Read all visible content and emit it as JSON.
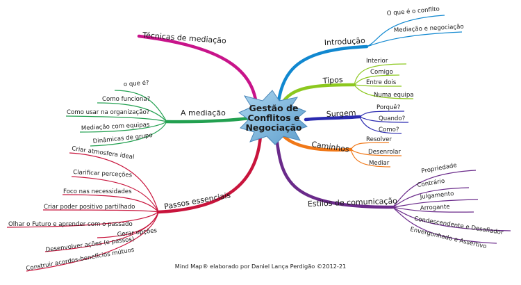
{
  "center": {
    "lines": [
      "Gestão de",
      "Conflitos e",
      "Negociação"
    ]
  },
  "footer": "Mind Map® elaborado por Daniel Lança Perdigão ©2012-21",
  "branches": {
    "tecnicas": {
      "label": "Técnicas de mediação",
      "color": "#c8148a"
    },
    "introducao": {
      "label": "Introdução",
      "color": "#1188d0",
      "items": [
        "O que é o conflito",
        "Mediação e negociação"
      ]
    },
    "tipos": {
      "label": "Tipos",
      "color": "#8cc81e",
      "items": [
        "Interior",
        "Comigo",
        "Entre dois",
        "Numa equipa"
      ]
    },
    "surgem": {
      "label": "Surgem",
      "color": "#2a2ab0",
      "items": [
        "Porquê?",
        "Quando?",
        "Como?"
      ]
    },
    "caminhos": {
      "label": "Caminhos",
      "color": "#f07818",
      "items": [
        "Resolver",
        "Desenrolar",
        "Mediar"
      ]
    },
    "estilos": {
      "label": "Estilos de comunicação",
      "color": "#6a2a8a",
      "items": [
        "Propriedade",
        "Contrário",
        "Julgamento",
        "Arrogante",
        "Condescendente e Desafiador",
        "Envergonhado e Assertivo"
      ]
    },
    "mediacao": {
      "label": "A mediação",
      "color": "#22a050",
      "items": [
        "o que é?",
        "Como funciona?",
        "Como usar na organização?",
        "Mediação com equipas",
        "Dinâmicas de grupo"
      ]
    },
    "passos": {
      "label": "Passos essenciais",
      "color": "#c8143c",
      "items": [
        "Criar atmosfera ideal",
        "Clarificar perceções",
        "Foco nas necessidades",
        "Criar poder positivo partilhado",
        "Olhar o Futuro e aprender com o passado",
        "Gerar opções",
        "Desenvolver ações (e passos)",
        "Construir acordos-benefícios  mútuos"
      ]
    }
  }
}
